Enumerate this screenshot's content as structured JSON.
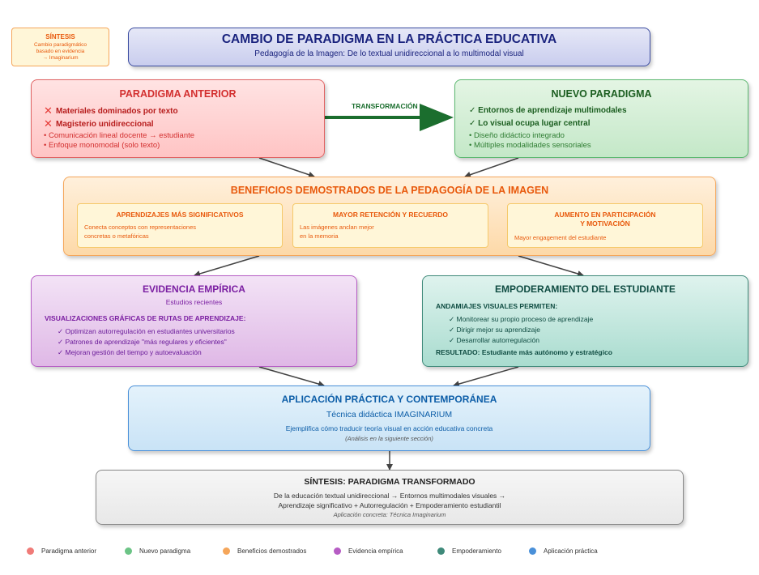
{
  "note": {
    "title": "SÍNTESIS",
    "lines": [
      "Cambio paradigmático",
      "basado en evidencia",
      "→ Imaginarium"
    ]
  },
  "header": {
    "title": "CAMBIO DE PARADIGMA EN LA PRÁCTICA EDUCATIVA",
    "subtitle": "Pedagogía de la Imagen: De lo textual unidireccional a lo multimodal visual"
  },
  "old_paradigm": {
    "title": "PARADIGMA ANTERIOR",
    "x_items": [
      "Materiales dominados por texto",
      "Magisterio unidireccional"
    ],
    "bullets": [
      "• Comunicación lineal docente → estudiante",
      "• Enfoque monomodal (solo texto)"
    ]
  },
  "transformation_label": "TRANSFORMACIÓN",
  "new_paradigm": {
    "title": "NUEVO PARADIGMA",
    "check_items": [
      "✓ Entornos de aprendizaje multimodales",
      "✓ Lo visual ocupa lugar central"
    ],
    "bullets": [
      "• Diseño didáctico integrado",
      "• Múltiples modalidades sensoriales"
    ]
  },
  "benefits": {
    "title": "BENEFICIOS DEMOSTRADOS DE LA PEDAGOGÍA DE LA IMAGEN",
    "items": [
      {
        "title": "APRENDIZAJES MÁS SIGNIFICATIVOS",
        "title2": "",
        "desc1": "Conecta conceptos con representaciones",
        "desc2": "concretas o metafóricas"
      },
      {
        "title": "MAYOR RETENCIÓN Y RECUERDO",
        "title2": "",
        "desc1": "Las imágenes anclan mejor",
        "desc2": "en la memoria"
      },
      {
        "title": "AUMENTO EN PARTICIPACIÓN",
        "title2": "Y MOTIVACIÓN",
        "desc1": "Mayor engagement del estudiante",
        "desc2": ""
      }
    ]
  },
  "evidence": {
    "title": "EVIDENCIA EMPÍRICA",
    "subtitle": "Estudios recientes",
    "heading": "VISUALIZACIONES GRÁFICAS DE RUTAS DE APRENDIZAJE:",
    "items": [
      "✓ Optimizan autorregulación en estudiantes universitarios",
      "✓ Patrones de aprendizaje \"más regulares y eficientes\"",
      "✓ Mejoran gestión del tiempo y autoevaluación"
    ]
  },
  "empowerment": {
    "title": "EMPODERAMIENTO DEL ESTUDIANTE",
    "heading": "ANDAMIAJES VISUALES PERMITEN:",
    "items": [
      "✓ Monitorear su propio proceso de aprendizaje",
      "✓ Dirigir mejor su aprendizaje",
      "✓ Desarrollar autorregulación"
    ],
    "result": "RESULTADO: Estudiante más autónomo y estratégico"
  },
  "application": {
    "title": "APLICACIÓN PRÁCTICA Y CONTEMPORÁNEA",
    "technique": "Técnica didáctica IMAGINARIUM",
    "desc": "Ejemplifica cómo traducir teoría visual en acción educativa concreta",
    "note": "(Análisis en la siguiente sección)"
  },
  "synthesis": {
    "title": "SÍNTESIS: PARADIGMA TRANSFORMADO",
    "line1": "De la educación textual unidireccional → Entornos multimodales visuales →",
    "line2": "Aprendizaje significativo + Autorregulación + Empoderamiento estudiantil",
    "line3": "Aplicación concreta: Técnica Imaginarium"
  },
  "legend": [
    {
      "label": "Paradigma anterior",
      "color": "#f07b78"
    },
    {
      "label": "Nuevo paradigma",
      "color": "#6cc486"
    },
    {
      "label": "Beneficios demostrados",
      "color": "#f5a65a"
    },
    {
      "label": "Evidencia empírica",
      "color": "#b65cc4"
    },
    {
      "label": "Empoderamiento",
      "color": "#3f8a7a"
    },
    {
      "label": "Aplicación práctica",
      "color": "#4a90d9"
    }
  ],
  "colors": {
    "red": "#d32f2f",
    "green": "#1b6e2e",
    "orange": "#e8590c",
    "purple": "#7b1fa2",
    "teal": "#0f4c42",
    "blue": "#0d5ea8"
  }
}
